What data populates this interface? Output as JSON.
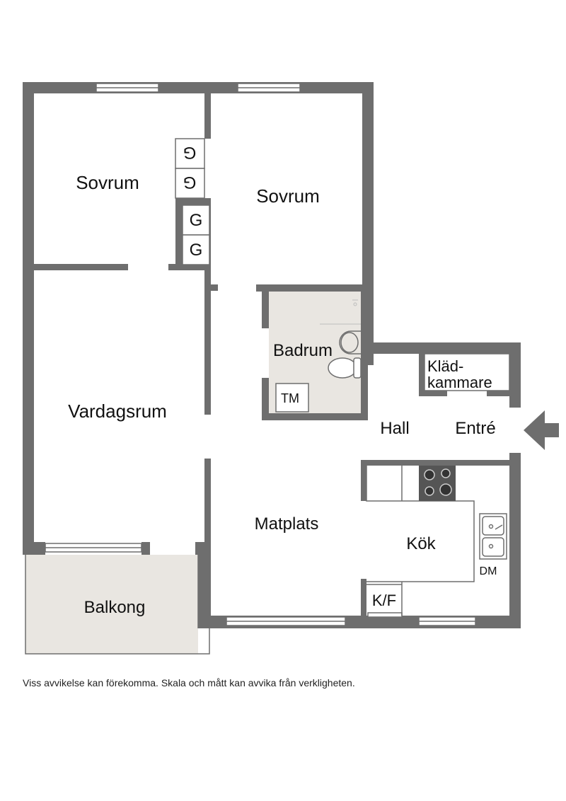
{
  "rooms": {
    "bedroom_1": "Sovrum",
    "bedroom_2": "Sovrum",
    "living_room": "Vardagsrum",
    "bathroom": "Badrum",
    "walk_in_closet": [
      "Kläd-",
      "kammare"
    ],
    "hall": "Hall",
    "entrance": "Entré",
    "dining": "Matplats",
    "kitchen": "Kök",
    "balcony": "Balkong"
  },
  "fixtures": {
    "wardrobe": "G",
    "washing_machine": "TM",
    "fridge_freezer": "K/F",
    "dishwasher": "DM"
  },
  "disclaimer": "Viss avvikelse kan förekomma. Skala och mått kan avvika från verkligheten.",
  "colors": {
    "wall": "#6e6e6e",
    "tile": "#e9e6e1",
    "entrance_arrow": "#6e6e6e"
  }
}
